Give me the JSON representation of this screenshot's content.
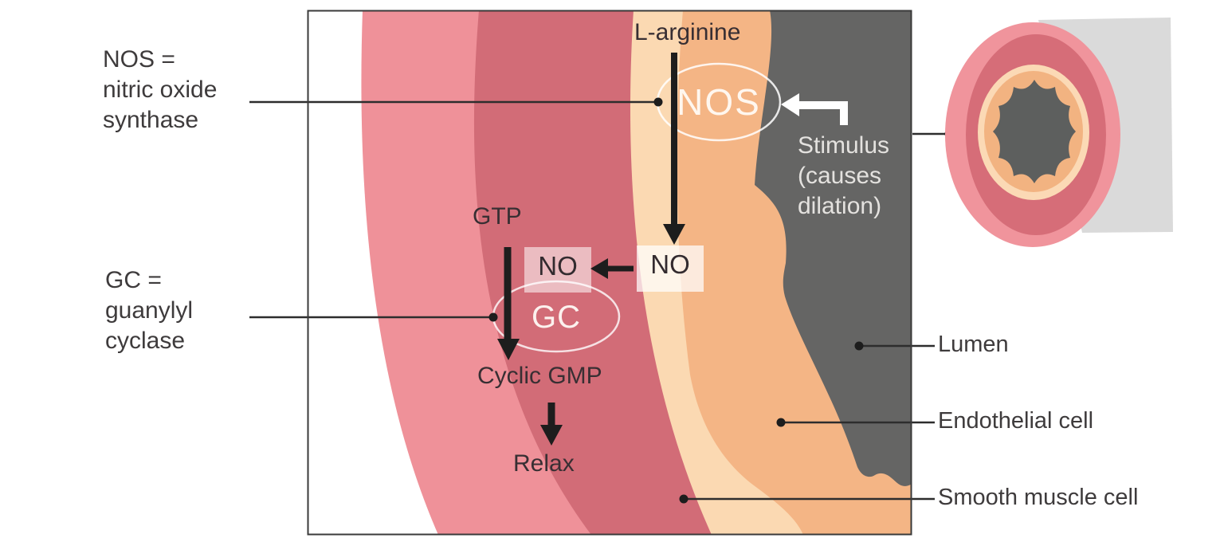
{
  "annotations": {
    "nos": "NOS =\nnitric oxide\nsynthase",
    "gc": "GC =\nguanylyl\ncyclase"
  },
  "pathway": {
    "l_arginine": "L-arginine",
    "nos_enzyme": "NOS",
    "stimulus": "Stimulus\n(causes\ndilation)",
    "no_endothelial": "NO",
    "no_smooth_muscle": "NO",
    "gtp": "GTP",
    "gc_enzyme": "GC",
    "cyclic_gmp": "Cyclic GMP",
    "relax": "Relax"
  },
  "structure_labels": {
    "lumen": "Lumen",
    "endothelial": "Endothelial cell",
    "smooth_muscle": "Smooth muscle cell"
  },
  "colors": {
    "smooth_muscle_light_pink": "#ef9199",
    "smooth_muscle_dark_pink": "#d26c77",
    "endothelial_cream": "#fbd9b2",
    "endothelial_orange": "#f4b585",
    "lumen_gray": "#656564",
    "vessel_block_gray": "#dadada",
    "arrow_black": "#1d1d1d",
    "arrow_white": "#ffffff",
    "box_border": "#3a3a3a",
    "text_dark": "#382f33",
    "text_light": "#e4e2df"
  }
}
